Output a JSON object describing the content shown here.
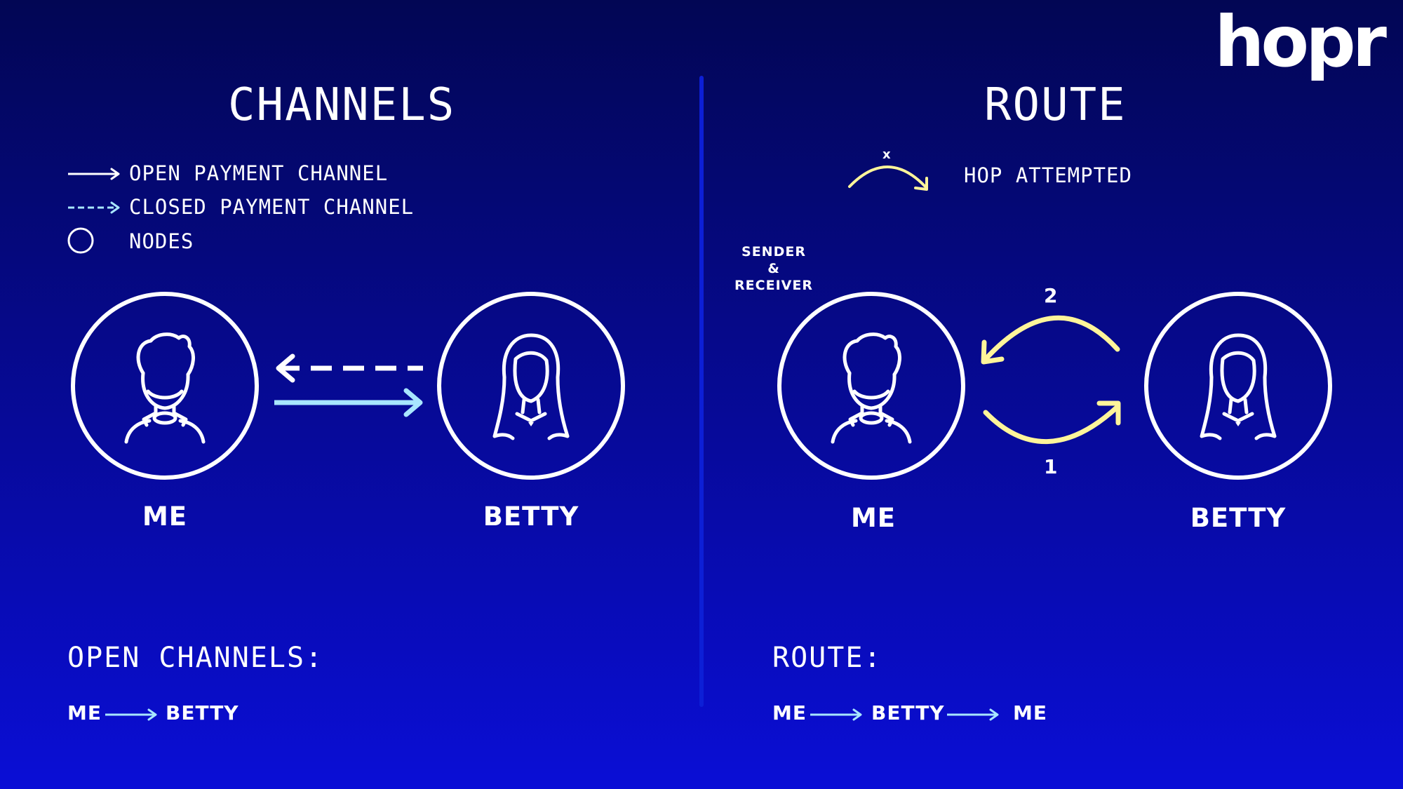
{
  "brand": {
    "logo_text": "hopr"
  },
  "left": {
    "title": "CHANNELS",
    "legend": [
      {
        "label": "OPEN PAYMENT CHANNEL"
      },
      {
        "label": "CLOSED PAYMENT CHANNEL"
      },
      {
        "label": "NODES"
      }
    ],
    "nodes": {
      "me": "ME",
      "betty": "BETTY"
    },
    "summary_heading": "OPEN CHANNELS:",
    "summary_path": [
      "ME",
      "BETTY"
    ]
  },
  "right": {
    "title": "ROUTE",
    "legend": {
      "mark": "x",
      "label": "HOP ATTEMPTED"
    },
    "sender_receiver_label": [
      "SENDER",
      "&",
      "RECEIVER"
    ],
    "hops": [
      "1",
      "2"
    ],
    "nodes": {
      "me": "ME",
      "betty": "BETTY"
    },
    "summary_heading": "ROUTE:",
    "summary_path": [
      "ME",
      "BETTY",
      "ME"
    ]
  },
  "colors": {
    "background_top": "#020654",
    "background_bottom": "#0a0ed6",
    "open_channel": "#ffffff",
    "closed_channel": "#a8e6ff",
    "hop": "#fff59a"
  }
}
